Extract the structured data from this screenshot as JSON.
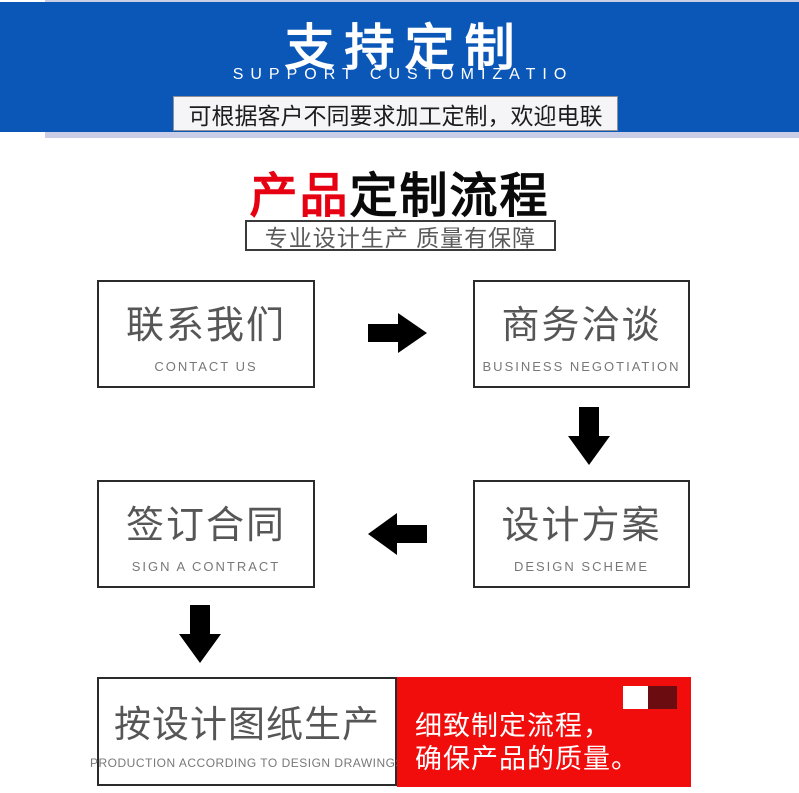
{
  "banner": {
    "title": "支持定制",
    "subtitle": "SUPPORT CUSTOMIZATIO",
    "note": "可根据客户不同要求加工定制，欢迎电联",
    "bg_color": "#0b57b8",
    "shadow_color": "#c9cde6"
  },
  "section_header": {
    "title_accent": "产品",
    "title_rest": "定制流程",
    "accent_color": "#e60012",
    "tagline": "专业设计生产 质量有保障"
  },
  "flow": {
    "steps": [
      {
        "zh": "联系我们",
        "en": "CONTACT US"
      },
      {
        "zh": "商务洽谈",
        "en": "BUSINESS NEGOTIATION"
      },
      {
        "zh": "签订合同",
        "en": "SIGN A CONTRACT"
      },
      {
        "zh": "设计方案",
        "en": "DESIGN SCHEME"
      },
      {
        "zh": "按设计图纸生产",
        "en": "PRODUCTION ACCORDING TO DESIGN DRAWINGS"
      }
    ],
    "quality_note": {
      "line1": "细致制定流程，",
      "line2": "确保产品的质量。",
      "bg_color": "#f20d0d",
      "square_dark_color": "#6b0d10"
    },
    "arrow_color": "#000000"
  }
}
